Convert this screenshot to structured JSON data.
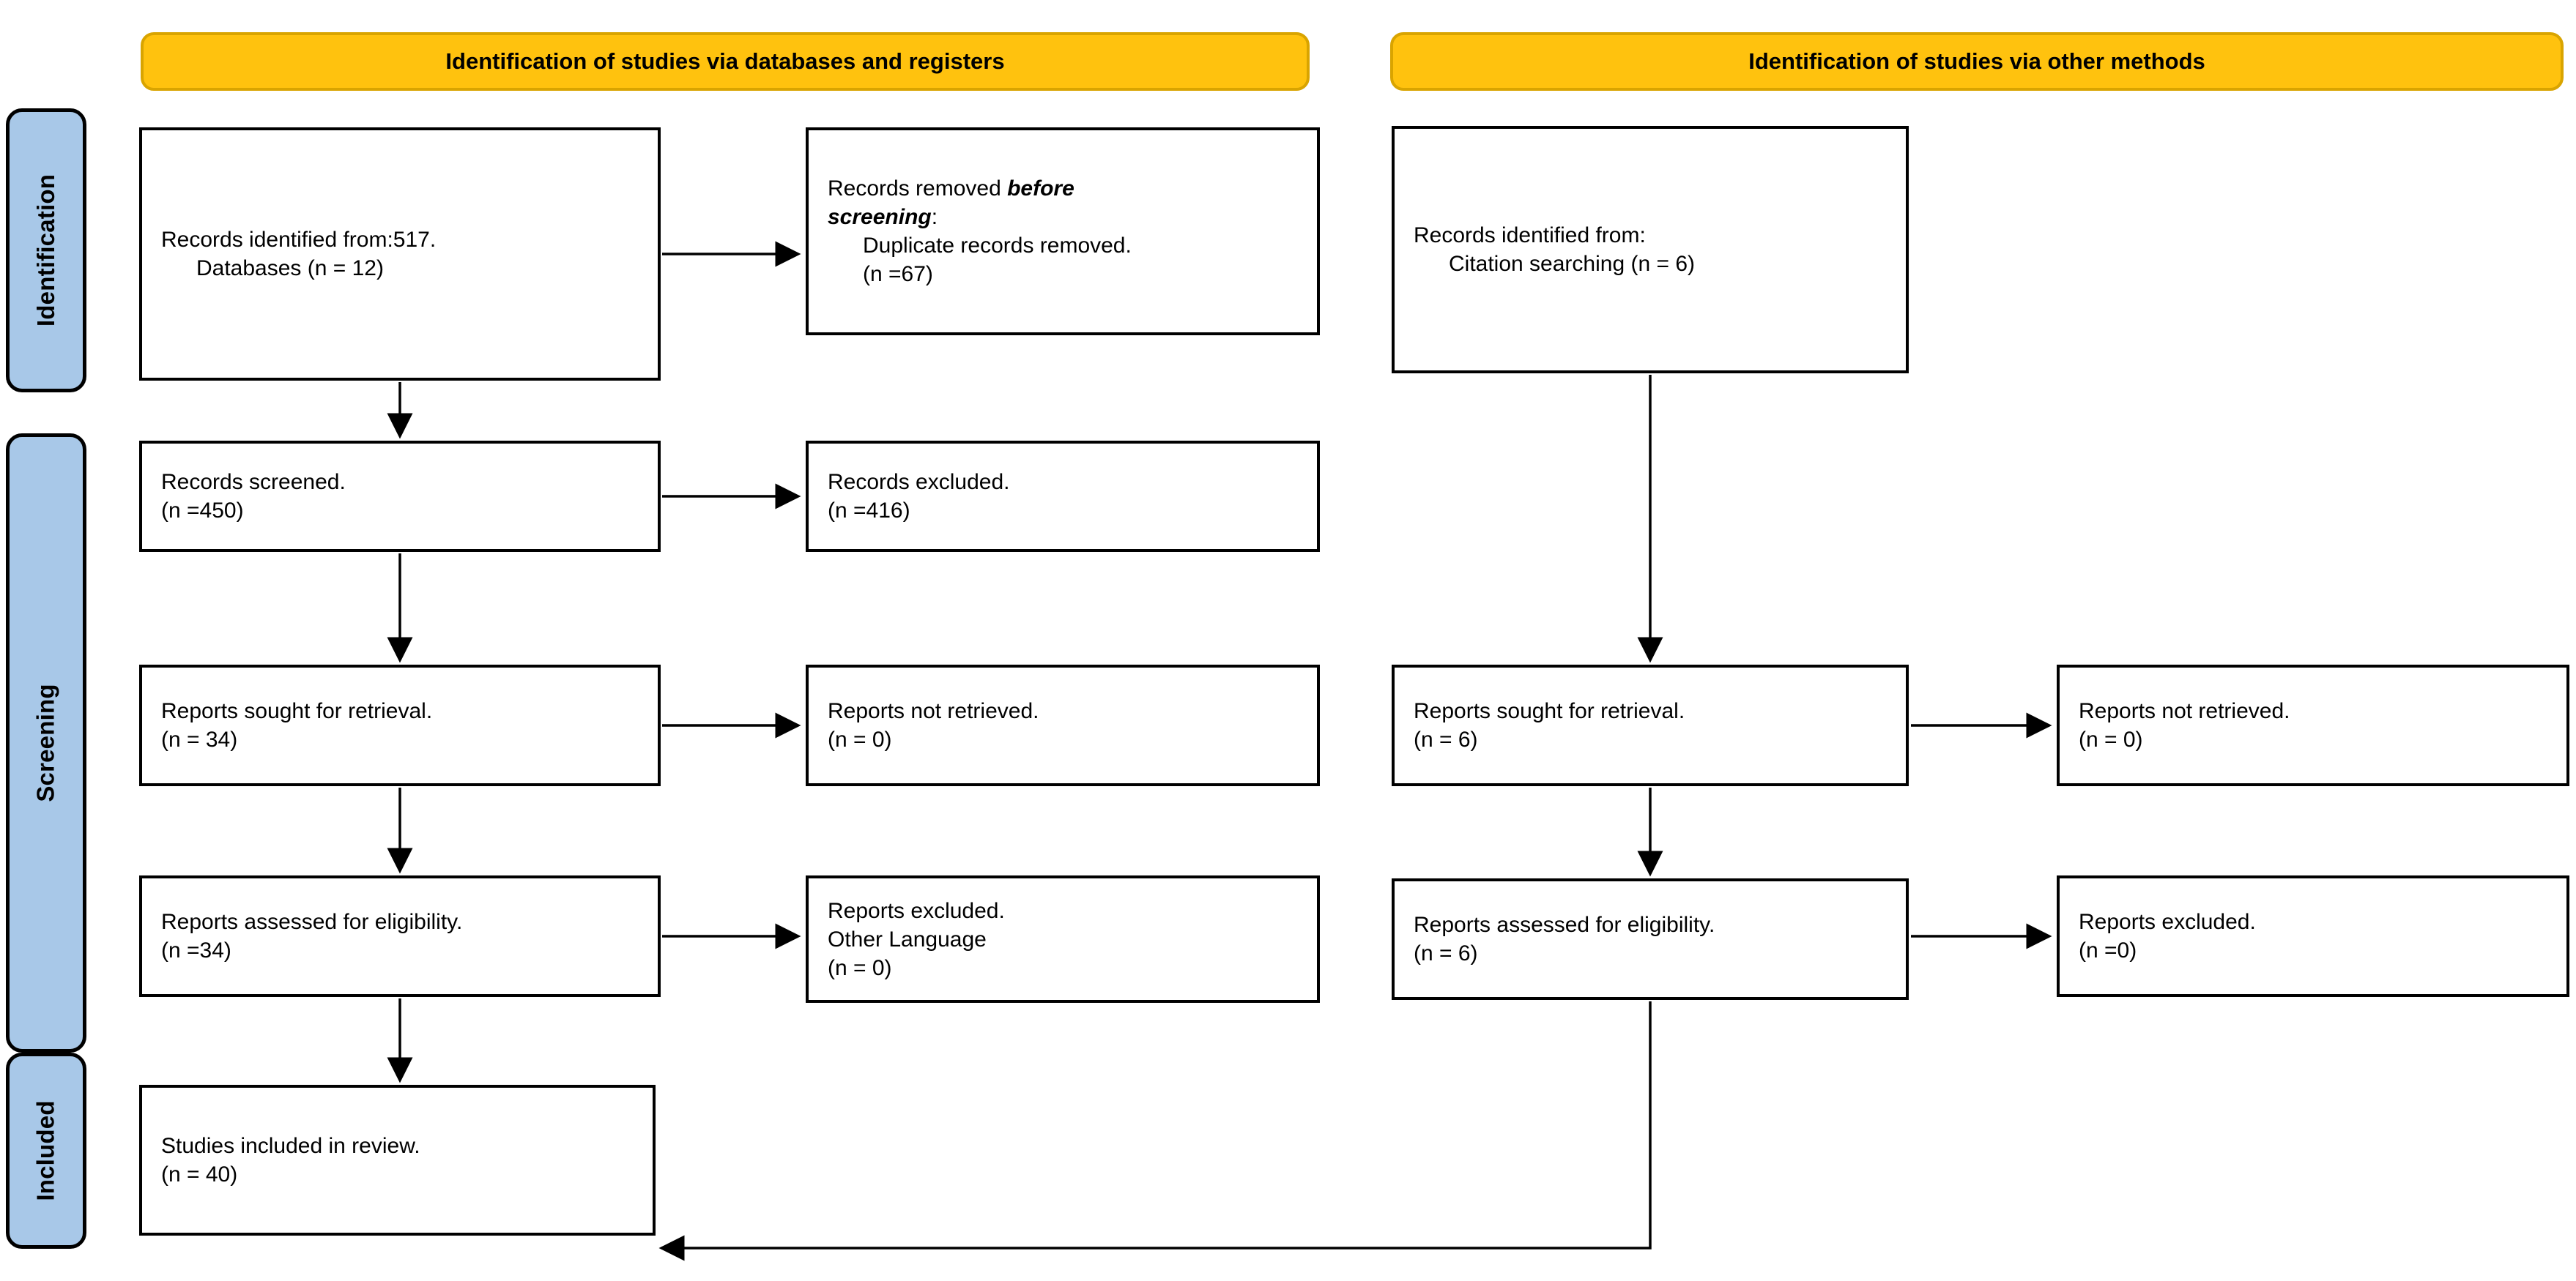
{
  "diagram": {
    "type": "prisma-flow-diagram",
    "colors": {
      "banner_fill": "#FFC20E",
      "banner_border": "#D9A400",
      "phase_fill": "#A8C8E8",
      "box_border": "#000000",
      "connector": "#000000",
      "background": "#FFFFFF"
    }
  },
  "phases": [
    {
      "id": "identification",
      "label": "Identification"
    },
    {
      "id": "screening",
      "label": "Screening"
    },
    {
      "id": "included",
      "label": "Included"
    }
  ],
  "banners": [
    {
      "id": "databases",
      "label": "Identification of studies via databases and registers"
    },
    {
      "id": "other",
      "label": "Identification of studies via other methods"
    }
  ],
  "columns": {
    "databases": {
      "identified": {
        "lines": [
          {
            "text": "Records identified from:517.",
            "indent": false,
            "italic": false
          },
          {
            "text": "Databases (n = 12)",
            "indent": true,
            "italic": false
          }
        ]
      },
      "removed_before_screening": {
        "lines": [
          {
            "text": "Records removed ",
            "indent": false,
            "italic": false,
            "italic_tail": "before"
          },
          {
            "text": "screening",
            "indent": false,
            "italic": true,
            "tail": ":"
          },
          {
            "text": "Duplicate records removed.",
            "indent": true,
            "italic": false
          },
          {
            "text": "(n =67)",
            "indent": true,
            "italic": false
          }
        ]
      },
      "screened": {
        "lines": [
          {
            "text": "Records screened.",
            "indent": false,
            "italic": false
          },
          {
            "text": "(n =450)",
            "indent": false,
            "italic": false
          }
        ]
      },
      "records_excluded": {
        "lines": [
          {
            "text": "Records excluded.",
            "indent": false,
            "italic": false
          },
          {
            "text": "(n =416)",
            "indent": false,
            "italic": false
          }
        ]
      },
      "sought": {
        "lines": [
          {
            "text": "Reports sought for retrieval.",
            "indent": false,
            "italic": false
          },
          {
            "text": "(n = 34)",
            "indent": false,
            "italic": false
          }
        ]
      },
      "not_retrieved": {
        "lines": [
          {
            "text": "Reports not retrieved.",
            "indent": false,
            "italic": false
          },
          {
            "text": "(n = 0)",
            "indent": false,
            "italic": false
          }
        ]
      },
      "assessed": {
        "lines": [
          {
            "text": "Reports assessed for eligibility.",
            "indent": false,
            "italic": false
          },
          {
            "text": "(n =34)",
            "indent": false,
            "italic": false
          }
        ]
      },
      "reports_excluded": {
        "lines": [
          {
            "text": "Reports excluded.",
            "indent": false,
            "italic": false
          },
          {
            "text": "Other Language",
            "indent": false,
            "italic": false
          },
          {
            "text": "(n = 0)",
            "indent": false,
            "italic": false
          }
        ]
      }
    },
    "other": {
      "identified": {
        "lines": [
          {
            "text": "Records identified from:",
            "indent": false,
            "italic": false
          },
          {
            "text": "Citation searching (n = 6)",
            "indent": true,
            "italic": false
          }
        ]
      },
      "sought": {
        "lines": [
          {
            "text": "Reports sought for retrieval.",
            "indent": false,
            "italic": false
          },
          {
            "text": "(n = 6)",
            "indent": false,
            "italic": false
          }
        ]
      },
      "not_retrieved": {
        "lines": [
          {
            "text": "Reports not retrieved.",
            "indent": false,
            "italic": false
          },
          {
            "text": "(n = 0)",
            "indent": false,
            "italic": false
          }
        ]
      },
      "assessed": {
        "lines": [
          {
            "text": "Reports assessed for eligibility.",
            "indent": false,
            "italic": false
          },
          {
            "text": "(n = 6)",
            "indent": false,
            "italic": false
          }
        ]
      },
      "reports_excluded": {
        "lines": [
          {
            "text": "Reports excluded.",
            "indent": false,
            "italic": false
          },
          {
            "text": "(n =0)",
            "indent": false,
            "italic": false
          }
        ]
      }
    }
  },
  "included_box": {
    "lines": [
      {
        "text": "Studies included in review.",
        "indent": false,
        "italic": false
      },
      {
        "text": "(n = 40)",
        "indent": false,
        "italic": false
      }
    ]
  },
  "counts": {
    "records_identified_databases_total": 517,
    "databases_n": 12,
    "duplicates_removed": 67,
    "records_screened": 450,
    "records_excluded": 416,
    "reports_sought_db": 34,
    "reports_not_retrieved_db": 0,
    "reports_assessed_db": 34,
    "reports_excluded_db": 0,
    "records_identified_citation": 6,
    "reports_sought_other": 6,
    "reports_not_retrieved_other": 0,
    "reports_assessed_other": 6,
    "reports_excluded_other": 0,
    "studies_included": 40
  }
}
